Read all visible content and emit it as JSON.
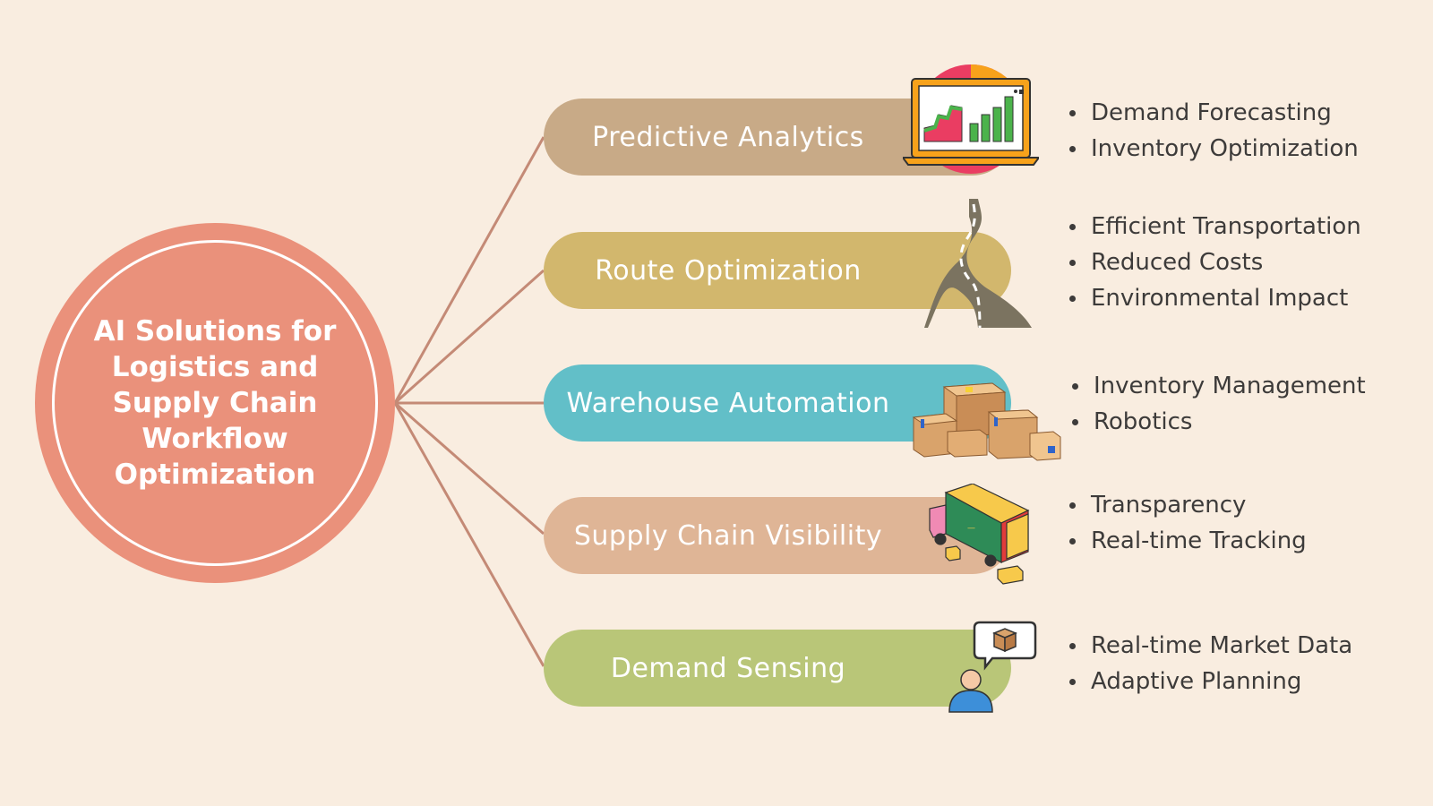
{
  "center": {
    "title": "AI Solutions for Logistics and Supply Chain Workflow Optimization"
  },
  "colors": {
    "background": "#f9ede0",
    "hub": "#ea917b",
    "connector": "#c48a76",
    "text": "#3d3b3a"
  },
  "branches": [
    {
      "label": "Predictive Analytics",
      "color": "#c8aa87",
      "icon": "laptop-chart-icon",
      "bullets": [
        "Demand Forecasting",
        "Inventory Optimization"
      ]
    },
    {
      "label": "Route Optimization",
      "color": "#d2b76d",
      "icon": "winding-road-icon",
      "bullets": [
        "Efficient Transportation",
        "Reduced Costs",
        "Environmental Impact"
      ]
    },
    {
      "label": "Warehouse Automation",
      "color": "#62bfc8",
      "icon": "cardboard-boxes-icon",
      "bullets": [
        "Inventory Management",
        "Robotics"
      ]
    },
    {
      "label": "Supply Chain Visibility",
      "color": "#dfb596",
      "icon": "delivery-truck-icon",
      "bullets": [
        "Transparency",
        "Real-time Tracking"
      ]
    },
    {
      "label": "Demand Sensing",
      "color": "#b9c678",
      "icon": "person-package-bubble-icon",
      "bullets": [
        "Real-time Market Data",
        "Adaptive Planning"
      ]
    }
  ]
}
